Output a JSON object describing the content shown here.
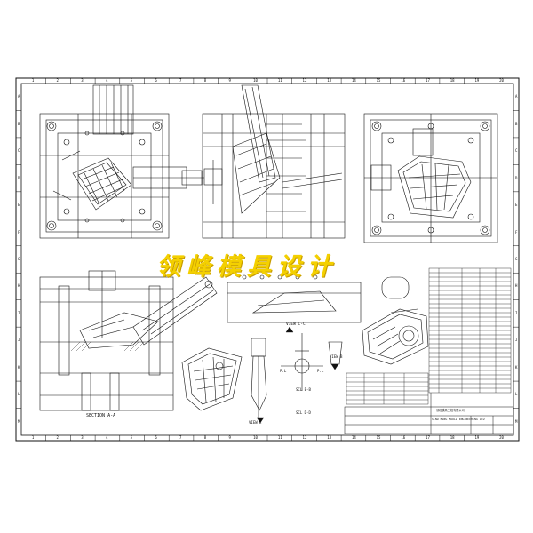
{
  "watermark": "领峰模具设计",
  "border": {
    "columns": [
      "1",
      "2",
      "3",
      "4",
      "5",
      "6",
      "7",
      "8",
      "9",
      "10",
      "11",
      "12",
      "13",
      "14",
      "15",
      "16",
      "17",
      "18",
      "19",
      "20"
    ],
    "rows": [
      "A",
      "B",
      "C",
      "D",
      "E",
      "F",
      "G",
      "H",
      "I",
      "J",
      "K",
      "L",
      "M"
    ]
  },
  "views": {
    "section_a": "SECTION A-A",
    "view_c": "VIEW C-C",
    "view_b": "VIEW B",
    "view_e": "VIEW E",
    "section_b": "SCL B-B",
    "section_d": "SCL D-D",
    "pl_left": "P.L",
    "pl_right": "P.L"
  },
  "title_block": {
    "company_cn": "领峰模具工程有限公司",
    "company_en": "SINO KING MOULD ENGINEERING LTD"
  },
  "colors": {
    "line": "#111111",
    "watermark": "#f4d000",
    "watermark_shadow": "#c79c00"
  }
}
